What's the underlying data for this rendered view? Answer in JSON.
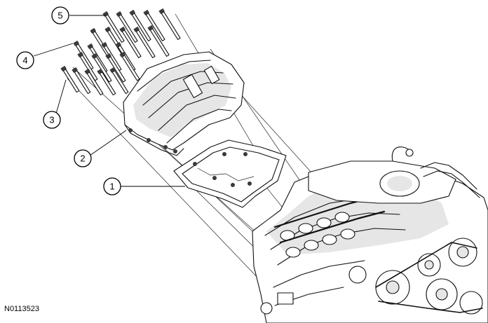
{
  "figure": {
    "id": "N0113523"
  },
  "callouts": [
    {
      "label": "1"
    },
    {
      "label": "2"
    },
    {
      "label": "3"
    },
    {
      "label": "4"
    },
    {
      "label": "5"
    }
  ]
}
